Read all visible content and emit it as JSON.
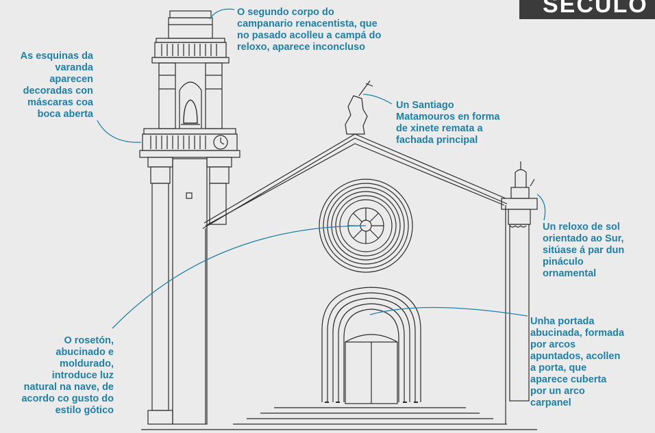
{
  "banner": {
    "text": "SÉCULO"
  },
  "annotations": {
    "bell_tower": [
      "O segundo corpo do",
      "campanario renacentista, que",
      "no pasado acolleu a campá do",
      "reloxo, aparece inconcluso"
    ],
    "balcony": [
      "As esquinas da",
      "varanda",
      "aparecen",
      "decoradas con",
      "máscaras coa",
      "boca aberta"
    ],
    "santiago": [
      "Un Santiago",
      "Matamouros en forma",
      "de xinete remata a",
      "fachada principal"
    ],
    "sundial": [
      "Un reloxo de sol",
      "orientado ao Sur,",
      "sitúase á par dun",
      "pináculo",
      "ornamental"
    ],
    "portal": [
      "Unha portada",
      "abucinada, formada",
      "por arcos",
      "apuntados, acollen",
      "a porta, que",
      "aparece cuberta",
      "por un arco",
      "carpanel"
    ],
    "rose_window": [
      "O rosetón,",
      "abucinado e",
      "moldurado,",
      "introduce luz",
      "natural na nave, de",
      "acordo co gusto do",
      "estilo gótico"
    ]
  },
  "colors": {
    "accent": "#1f7fa6",
    "line": "#2a2a2a",
    "background": "#ebebeb",
    "banner": "#3b3b3b"
  }
}
